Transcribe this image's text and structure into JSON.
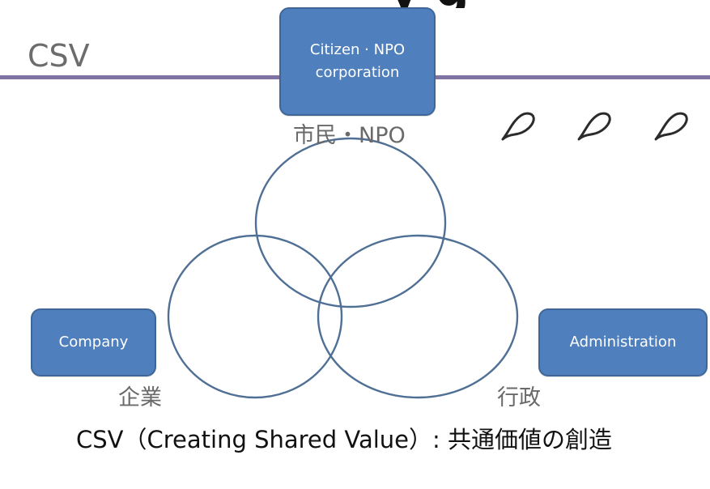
{
  "slide": {
    "top_title_fragment": "y g",
    "title": "CSV",
    "nodes": {
      "citizen": "Citizen · NPO\ncorporation",
      "company": "Company",
      "administration": "Administration"
    },
    "labels": {
      "citizen_jp": "市民・NPO",
      "company_jp": "企業",
      "administration_jp": "行政"
    },
    "caption": "CSV（Creating Shared Value）: 共通価値の創造",
    "icons": [
      "leaf-icon",
      "leaf-icon",
      "leaf-icon"
    ],
    "colors": {
      "node_fill": "#4f7fbc",
      "node_border": "#3e6797",
      "rule": "#7f73a3",
      "circle_stroke": "#4f6f95"
    }
  }
}
